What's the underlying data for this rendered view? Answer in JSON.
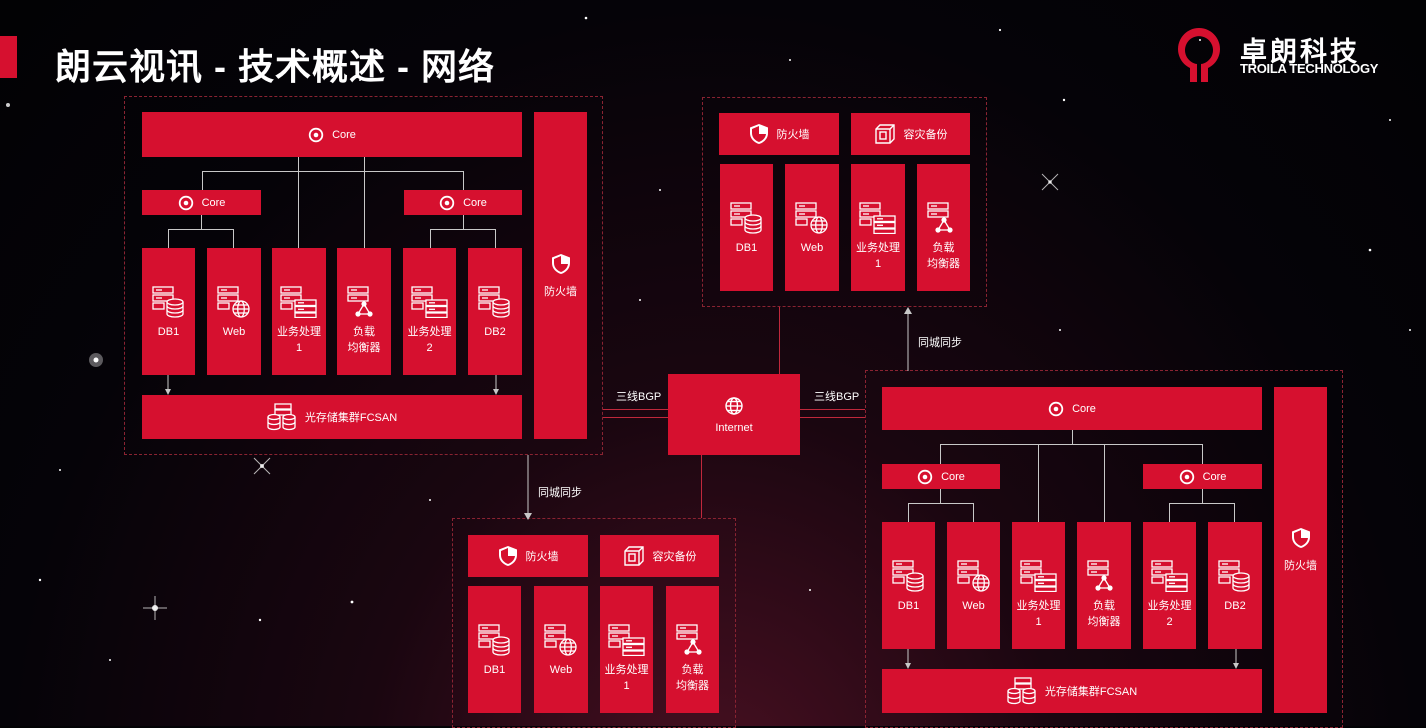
{
  "header": {
    "title": "朗云视讯 - 技术概述 - 网络",
    "logo_cn": "卓朗科技",
    "logo_en": "TROILA TECHNOLOGY"
  },
  "labels": {
    "core": "Core",
    "firewall": "防火墙",
    "backup": "容灾备份",
    "db1": "DB1",
    "db2": "DB2",
    "web": "Web",
    "biz1": "业务处理\n1",
    "biz2": "业务处理\n2",
    "lb": "负载\n均衡器",
    "storage": "光存储集群FCSAN",
    "internet": "Internet",
    "bgp": "三线BGP",
    "sync": "同城同步"
  },
  "colors": {
    "accent": "#d6102f",
    "zone_border": "#8a2332",
    "connector": "#c8c8c8"
  }
}
